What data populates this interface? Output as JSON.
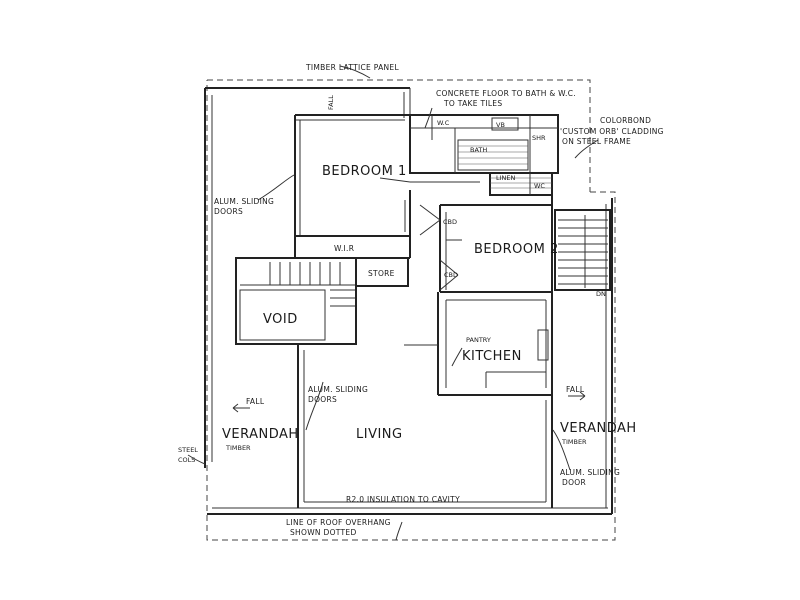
{
  "rooms": {
    "bedroom1": "BEDROOM 1",
    "bedroom2": "BEDROOM 2",
    "void": "VOID",
    "kitchen": "KITCHEN",
    "living": "LIVING",
    "verandah_left": "VERANDAH",
    "verandah_right": "VERANDAH",
    "bath": "BATH",
    "wc1": "W.C",
    "wc2": "WC",
    "wir": "W.I.R",
    "store": "STORE",
    "cbd1": "CBD",
    "cbd2": "CBD",
    "pantry": "PANTRY",
    "vb": "VB",
    "shr": "SHR"
  },
  "notes": {
    "timber_lattice": "TIMBER LATTICE PANEL",
    "concrete_floor_1": "CONCRETE FLOOR TO BATH & W.C.",
    "concrete_floor_2": "TO TAKE TILES",
    "colorbond_1": "COLORBOND",
    "colorbond_2": "'CUSTOM ORB' CLADDING",
    "colorbond_3": "ON STEEL FRAME",
    "alum_sliding_1": "ALUM. SLIDING",
    "alum_sliding_1b": "DOORS",
    "alum_sliding_2": "ALUM. SLIDING",
    "alum_sliding_2b": "DOORS",
    "alum_sliding_3": "ALUM. SLIDING",
    "alum_sliding_3b": "DOOR",
    "fall_top": "FALL",
    "fall_left": "FALL",
    "fall_right": "FALL",
    "timber_left": "TIMBER",
    "timber_right": "TIMBER",
    "steel_cols_1": "STEEL",
    "steel_cols_2": "COLS",
    "insulation": "R2.0 INSULATION TO CAVITY",
    "overhang_1": "LINE OF ROOF OVERHANG",
    "overhang_2": "SHOWN DOTTED",
    "dn": "DN",
    "linen": "LINEN"
  }
}
